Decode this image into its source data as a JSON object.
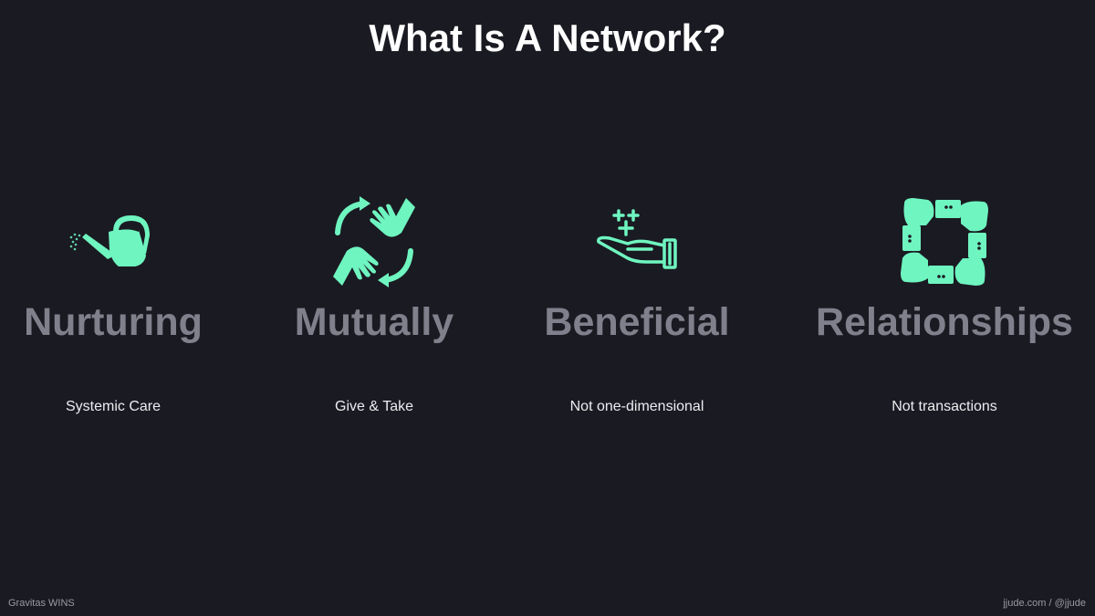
{
  "title": "What Is A Network?",
  "accent_color": "#6ff5c0",
  "columns": [
    {
      "icon": "watering-can-icon",
      "word": "Nurturing",
      "subtitle": "Systemic Care"
    },
    {
      "icon": "exchange-hands-icon",
      "word": "Mutually",
      "subtitle": "Give & Take"
    },
    {
      "icon": "hand-with-plus-icon",
      "word": "Beneficial",
      "subtitle": "Not one-dimensional"
    },
    {
      "icon": "joined-hands-icon",
      "word": "Relationships",
      "subtitle": "Not transactions"
    }
  ],
  "footer": {
    "left": "Gravitas WINS",
    "right": "jjude.com / @jjude"
  }
}
